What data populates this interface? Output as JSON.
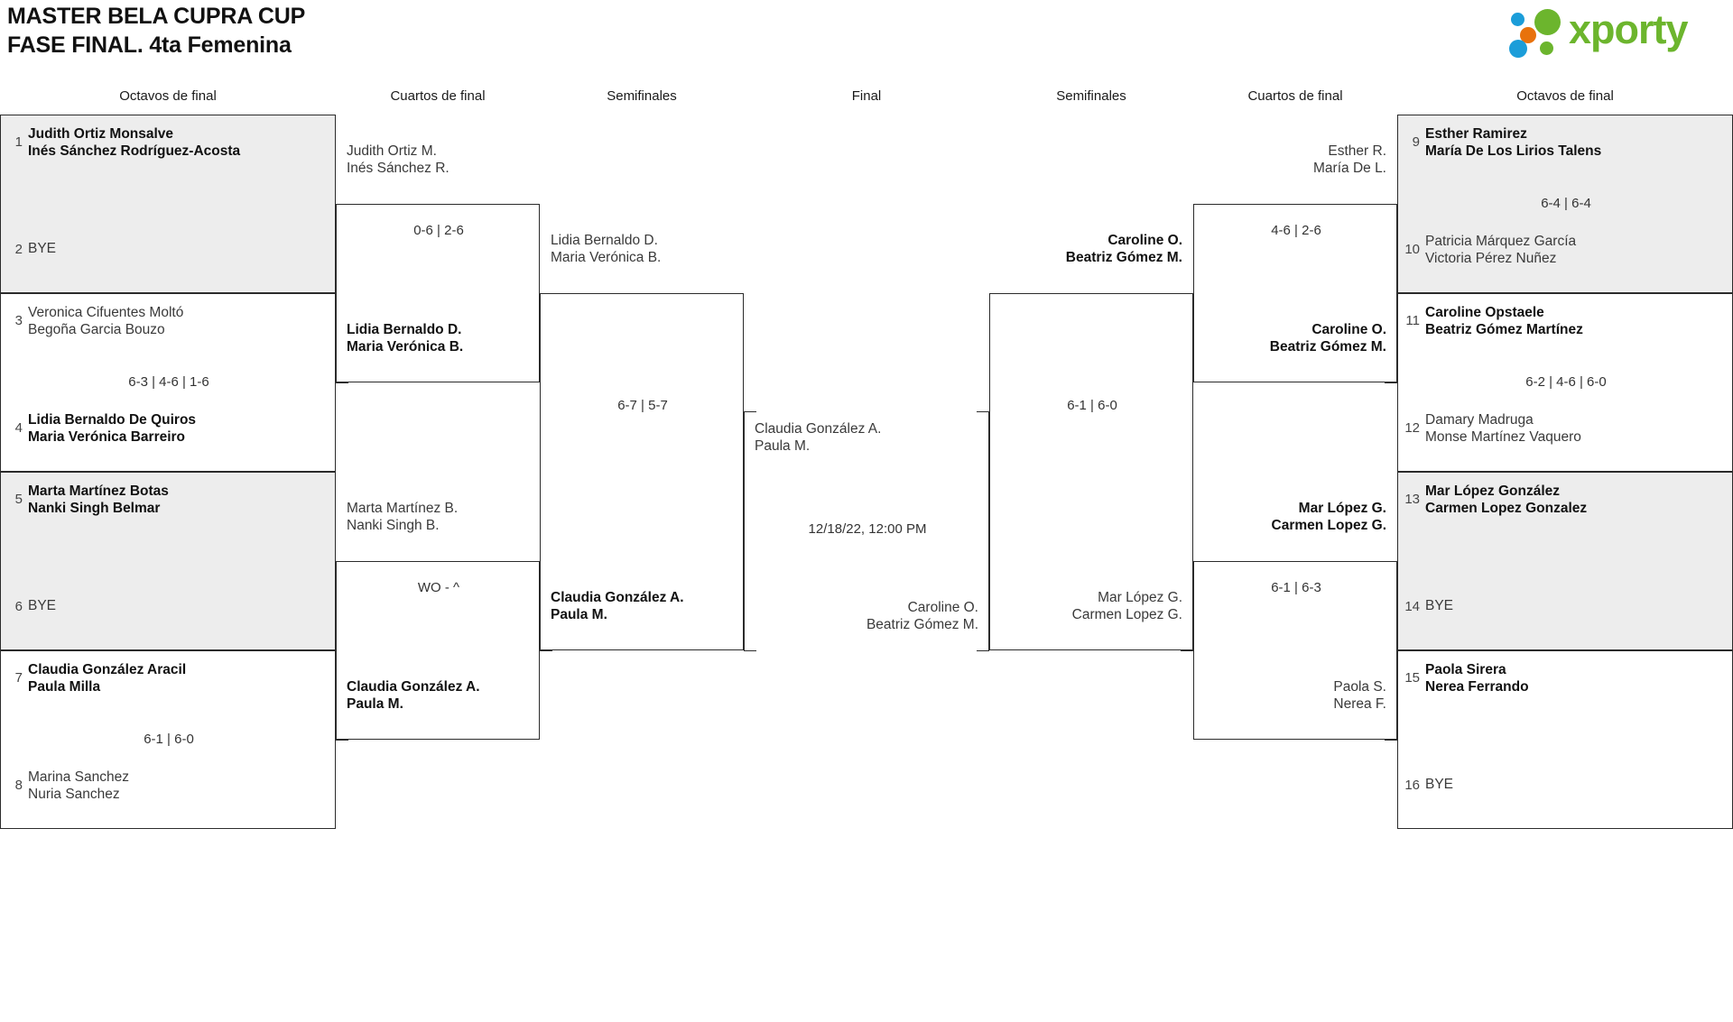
{
  "header": {
    "title_line1": "MASTER BELA CUPRA CUP",
    "title_line2": "FASE FINAL. 4ta Femenina",
    "logo_word": "xporty",
    "logo_colors": {
      "green": "#6cb52d",
      "blue": "#1b9dd9",
      "orange": "#e8720c"
    }
  },
  "rounds": {
    "left_r16": "Octavos de final",
    "left_qf": "Cuartos de final",
    "left_sf": "Semifinales",
    "final": "Final",
    "right_sf": "Semifinales",
    "right_qf": "Cuartos de final",
    "right_r16": "Octavos de final"
  },
  "left_r16": [
    {
      "seed_a": "1",
      "seed_b": "2",
      "a_l1": "Judith Ortiz Monsalve",
      "a_l2": "Inés Sánchez Rodríguez-Acosta",
      "b_l1": "BYE",
      "b_l2": "",
      "score": "",
      "winner": "a",
      "shaded": true,
      "bye": true
    },
    {
      "seed_a": "3",
      "seed_b": "4",
      "a_l1": "Veronica Cifuentes Moltó",
      "a_l2": "Begoña Garcia Bouzo",
      "b_l1": "Lidia Bernaldo De Quiros",
      "b_l2": "Maria Verónica Barreiro",
      "score": "6-3 | 4-6 | 1-6",
      "winner": "b",
      "shaded": false,
      "bye": false
    },
    {
      "seed_a": "5",
      "seed_b": "6",
      "a_l1": "Marta Martínez Botas",
      "a_l2": "Nanki Singh Belmar",
      "b_l1": "BYE",
      "b_l2": "",
      "score": "",
      "winner": "a",
      "shaded": true,
      "bye": true
    },
    {
      "seed_a": "7",
      "seed_b": "8",
      "a_l1": "Claudia González Aracil",
      "a_l2": "Paula Milla",
      "b_l1": "Marina Sanchez",
      "b_l2": "Nuria Sanchez",
      "score": "6-1 | 6-0",
      "winner": "a",
      "shaded": false,
      "bye": false
    }
  ],
  "left_qf": [
    {
      "a_l1": "Judith Ortiz M.",
      "a_l2": "Inés Sánchez R.",
      "b_l1": "Lidia Bernaldo D.",
      "b_l2": "Maria Verónica B.",
      "score": "0-6 | 2-6",
      "winner": "b"
    },
    {
      "a_l1": "Marta Martínez B.",
      "a_l2": "Nanki Singh B.",
      "b_l1": "Claudia González A.",
      "b_l2": "Paula M.",
      "score": "WO - ^",
      "winner": "b"
    }
  ],
  "left_sf": [
    {
      "a_l1": "Lidia Bernaldo D.",
      "a_l2": "Maria Verónica B.",
      "b_l1": "Claudia González A.",
      "b_l2": "Paula M.",
      "score": "6-7 | 5-7",
      "winner": "b"
    }
  ],
  "final": {
    "a_l1": "Claudia González A.",
    "a_l2": "Paula M.",
    "b_l1": "Caroline O.",
    "b_l2": "Beatriz Gómez M.",
    "score": "12/18/22, 12:00 PM",
    "winner": "none"
  },
  "right_sf": [
    {
      "a_l1": "Caroline O.",
      "a_l2": "Beatriz Gómez M.",
      "b_l1": "Mar López G.",
      "b_l2": "Carmen Lopez G.",
      "score": "6-1 | 6-0",
      "winner": "a"
    }
  ],
  "right_qf": [
    {
      "a_l1": "Esther R.",
      "a_l2": "María De L.",
      "b_l1": "Caroline O.",
      "b_l2": "Beatriz Gómez M.",
      "score": "4-6 | 2-6",
      "winner": "b"
    },
    {
      "a_l1": "Mar López G.",
      "a_l2": "Carmen Lopez G.",
      "b_l1": "Paola S.",
      "b_l2": "Nerea F.",
      "score": "6-1 | 6-3",
      "winner": "a"
    }
  ],
  "right_r16": [
    {
      "seed_a": "9",
      "seed_b": "10",
      "a_l1": "Esther Ramirez",
      "a_l2": "María De Los Lirios Talens",
      "b_l1": "Patricia Márquez García",
      "b_l2": "Victoria Pérez Nuñez",
      "score": "6-4 | 6-4",
      "winner": "a",
      "shaded": true,
      "bye": false
    },
    {
      "seed_a": "11",
      "seed_b": "12",
      "a_l1": "Caroline Opstaele",
      "a_l2": "Beatriz Gómez Martínez",
      "b_l1": "Damary Madruga",
      "b_l2": "Monse Martínez Vaquero",
      "score": "6-2 | 4-6 | 6-0",
      "winner": "a",
      "shaded": false,
      "bye": false
    },
    {
      "seed_a": "13",
      "seed_b": "14",
      "a_l1": "Mar López González",
      "a_l2": "Carmen Lopez Gonzalez",
      "b_l1": "BYE",
      "b_l2": "",
      "score": "",
      "winner": "a",
      "shaded": true,
      "bye": true
    },
    {
      "seed_a": "15",
      "seed_b": "16",
      "a_l1": "Paola Sirera",
      "a_l2": "Nerea Ferrando",
      "b_l1": "BYE",
      "b_l2": "",
      "score": "",
      "winner": "a",
      "shaded": false,
      "bye": true
    }
  ]
}
